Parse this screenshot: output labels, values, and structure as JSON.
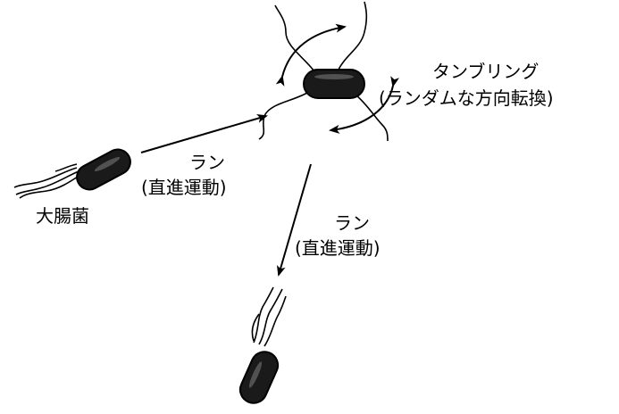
{
  "labels": {
    "bacteria": "大腸菌",
    "run1": "ラン",
    "run1_sub": "(直進運動)",
    "run2": "ラン",
    "run2_sub": "(直進運動)",
    "tumble": "タンブリング",
    "tumble_sub": "(ランダムな方向転換)"
  },
  "colors": {
    "line": "#000000",
    "cell_fill": "#1a1a1a",
    "background": "#ffffff"
  }
}
